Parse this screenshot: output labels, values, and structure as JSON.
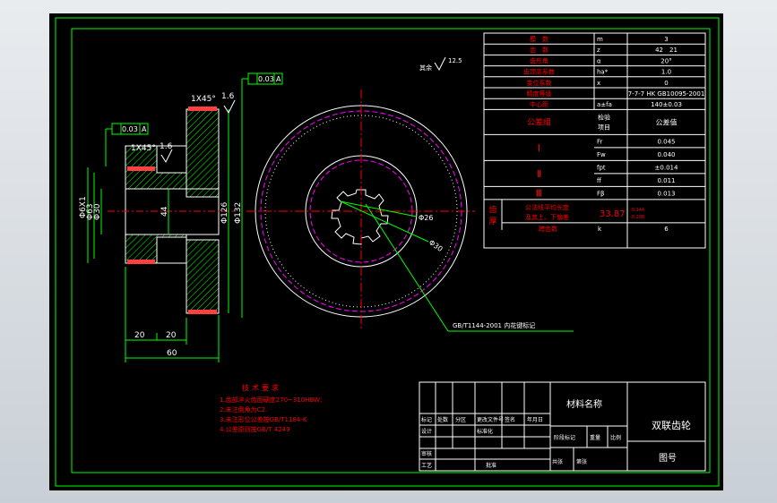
{
  "colors": {
    "background": "#000000",
    "frame": "#00ff00",
    "dimension": "#00ff00",
    "centerline": "#ff0000",
    "hatch": "#00ff00",
    "table_red": "#ff0000",
    "table_text": "#ffffff",
    "pitch_circle": "#ff00ff",
    "notes": "#ff0000",
    "outline": "#ffffff"
  },
  "param_table": {
    "rows": [
      {
        "name": "模　数",
        "symbol": "m",
        "value": "3"
      },
      {
        "name": "齿　数",
        "symbol": "z",
        "value": "42　21"
      },
      {
        "name": "齿形角",
        "symbol": "α",
        "value": "20°"
      },
      {
        "name": "齿顶高系数",
        "symbol": "ha*",
        "value": "1.0"
      },
      {
        "name": "变位系数",
        "symbol": "x",
        "value": "0"
      },
      {
        "name": "精度等级",
        "symbol": "",
        "value": "7-7-7 HK GB10095-2001"
      },
      {
        "name": "中心距",
        "symbol": "a±fa",
        "value": "140±0.03"
      }
    ],
    "tolerance_header": {
      "label": "公差组",
      "col2": "检验项目",
      "col3": "公差值"
    },
    "groups": [
      {
        "group": "Ⅰ",
        "items": [
          {
            "code": "Fr",
            "value": "0.045"
          },
          {
            "code": "Fw",
            "value": "0.040"
          }
        ]
      },
      {
        "group": "Ⅱ",
        "items": [
          {
            "code": "fpt",
            "value": "±0.014"
          },
          {
            "code": "ff",
            "value": "0.011"
          }
        ]
      },
      {
        "group": "Ⅲ",
        "items": [
          {
            "code": "Fβ",
            "value": "0.013"
          }
        ]
      }
    ],
    "tooth_thickness": {
      "label": "齿厚",
      "line1": "公法线平均长度",
      "line2": "及其上、下偏差",
      "value": "33.87",
      "upper": "-0.144",
      "lower": "-0.208",
      "span_label": "跨齿数",
      "span_symbol": "k",
      "span_value": "6"
    }
  },
  "dimensions": {
    "d1": "Φ6X1",
    "d2": "Φ63",
    "d3": "Φ30",
    "d4": "44",
    "d5": "Φ126",
    "d6": "Φ132",
    "chamfer1": "1X45°",
    "chamfer2": "1X45°",
    "rough1": "1.6",
    "rough2": "1.6",
    "rough_other_label": "其余",
    "rough_other": "12.5",
    "len1": "20",
    "len2": "20",
    "len3": "60",
    "tol_a1": "0.03",
    "tol_a2": "0.03",
    "datum": "A",
    "front_d1": "Φ26",
    "front_d2": "Φ30",
    "spline_callout": "GB/T1144-2001 内花键标记"
  },
  "notes": {
    "title": "技术要求",
    "items": [
      "1.齿部淬火齿面硬度270~310HBW;",
      "2.未注倒角为C2.",
      "3.未注形位公差按GB/T1184-K",
      "4.公差原则按GB/T 4249"
    ]
  },
  "title_block": {
    "material": "材料名称",
    "part_name": "双联齿轮",
    "drawing_no": "图号",
    "labels_row1": [
      "标记",
      "处数",
      "分区",
      "更改文件号",
      "签名",
      "年月日"
    ],
    "labels_row2": [
      "设计",
      "",
      "标准化",
      "",
      "阶段标记",
      "重量",
      "比例"
    ],
    "labels_row3": [
      "审核"
    ],
    "labels_row4": [
      "工艺",
      "",
      "批准",
      "",
      "共张",
      "第张"
    ]
  }
}
